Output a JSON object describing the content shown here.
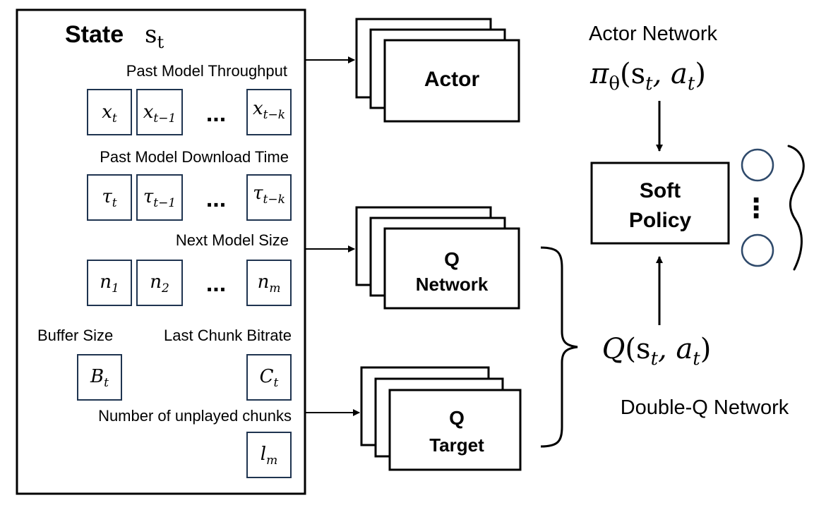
{
  "state_panel": {
    "title": "State",
    "title_symbol": "s",
    "title_symbol_sub": "t",
    "throughput": {
      "label": "Past Model Throughput",
      "cells": [
        {
          "base": "x",
          "sub": "t"
        },
        {
          "base": "x",
          "sub": "t−1"
        },
        {
          "base": "x",
          "sub": "t−k"
        }
      ],
      "ellipsis": "..."
    },
    "download_time": {
      "label": "Past Model Download Time",
      "cells": [
        {
          "base": "τ",
          "sub": "t"
        },
        {
          "base": "τ",
          "sub": "t−1"
        },
        {
          "base": "τ",
          "sub": "t−k"
        }
      ],
      "ellipsis": "..."
    },
    "model_size": {
      "label": "Next Model Size",
      "cells": [
        {
          "base": "n",
          "sub": "1"
        },
        {
          "base": "n",
          "sub": "2"
        },
        {
          "base": "n",
          "sub": "m"
        }
      ],
      "ellipsis": "..."
    },
    "buffer": {
      "label": "Buffer Size",
      "cell": {
        "base": "B",
        "sub": "t"
      }
    },
    "bitrate": {
      "label": "Last Chunk Bitrate",
      "cell": {
        "base": "C",
        "sub": "t"
      }
    },
    "unplayed": {
      "label": "Number of unplayed chunks",
      "cell": {
        "base": "l",
        "sub": "m"
      }
    }
  },
  "networks": {
    "actor": {
      "label": "Actor"
    },
    "q_network": {
      "line1": "Q",
      "line2": "Network"
    },
    "q_target": {
      "line1": "Q",
      "line2": "Target"
    }
  },
  "right_side": {
    "actor_network_label": "Actor Network",
    "policy_formula": {
      "pi": "π",
      "theta": "θ",
      "args": "(s",
      "args_sub": "t",
      "comma": ", a",
      "comma_sub": "t",
      "close": ")"
    },
    "soft_policy": {
      "line1": "Soft",
      "line2": "Policy"
    },
    "q_formula": {
      "q": "Q",
      "args": "(s",
      "args_sub": "t",
      "comma": ", a",
      "comma_sub": "t",
      "close": ")"
    },
    "double_q_label": "Double-Q Network",
    "dots": "⋮"
  },
  "colors": {
    "outline": "#000000",
    "cell_border": "#1f3450",
    "circle": "#2f4a6b"
  }
}
